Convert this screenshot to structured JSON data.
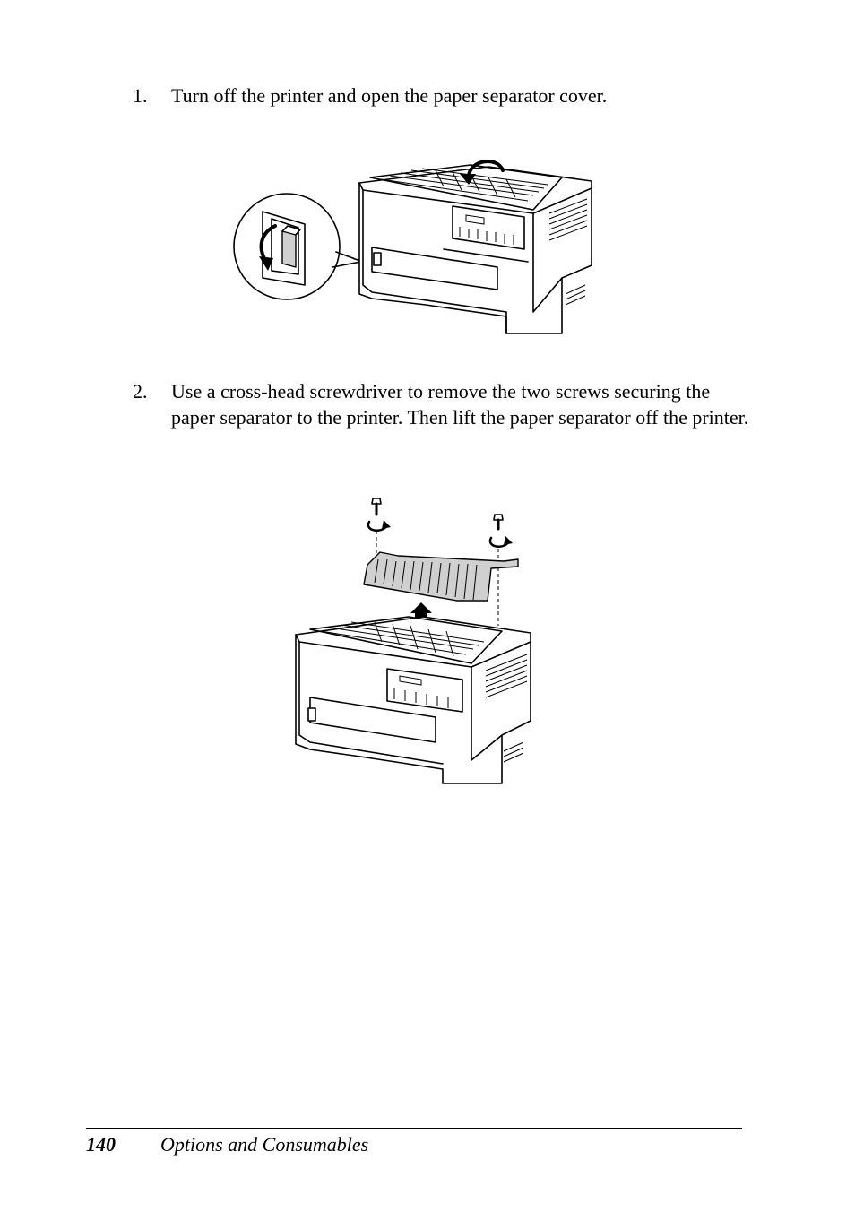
{
  "steps": [
    {
      "number": "1.",
      "text": "Turn off the printer and open the paper separator cover."
    },
    {
      "number": "2.",
      "text": "Use a cross-head screwdriver to remove the two screws securing the paper separator to the printer. Then lift the paper separator off the printer."
    }
  ],
  "footer": {
    "page_number": "140",
    "section_title": "Options and Consumables"
  },
  "figures": [
    {
      "icon": "printer-power-switch-illustration"
    },
    {
      "icon": "paper-separator-removal-illustration"
    }
  ]
}
